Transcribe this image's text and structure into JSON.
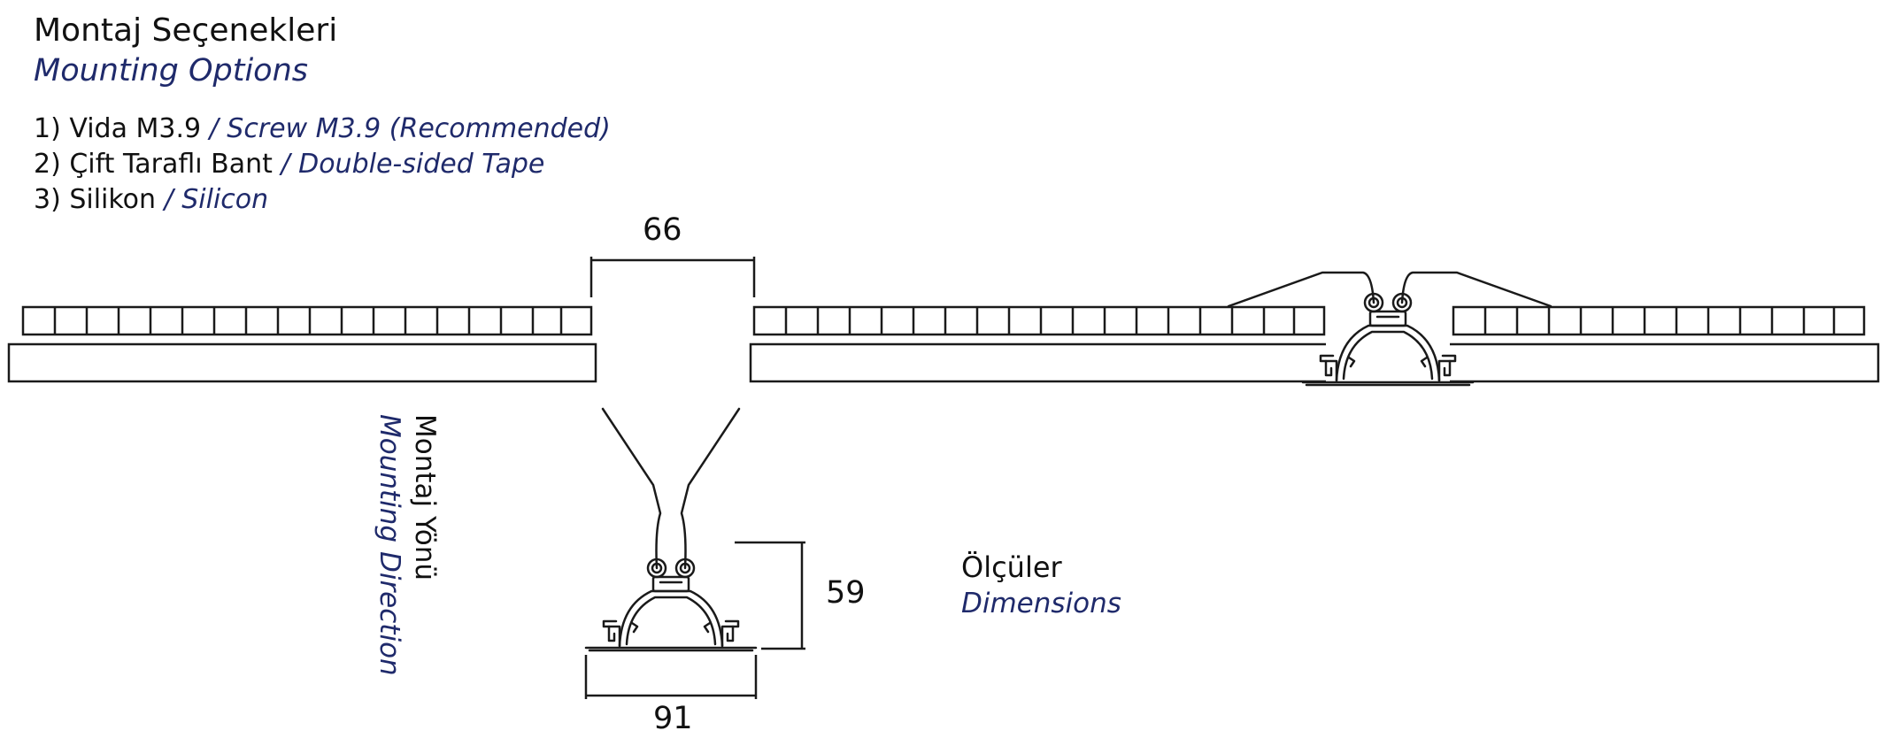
{
  "header": {
    "title_tr": "Montaj Seçenekleri",
    "title_en": "Mounting Options"
  },
  "options": [
    {
      "tr": "1) Vida M3.9",
      "en": " / Screw M3.9 (Recommended)"
    },
    {
      "tr": "2) Çift Taraflı Bant",
      "en": " / Double-sided Tape"
    },
    {
      "tr": "3) Silikon",
      "en": " / Silicon"
    }
  ],
  "dimensions": {
    "cutout_width": "66",
    "profile_height": "59",
    "profile_width": "91"
  },
  "labels": {
    "mounting_direction_tr": "Montaj Yönü",
    "mounting_direction_en": "Mounting Direction",
    "dimensions_tr": "Ölçüler",
    "dimensions_en": "Dimensions"
  },
  "colors": {
    "english_text": "#1f2a6b",
    "turkish_text": "#111111",
    "drawing_lines": "#1a1a1a"
  }
}
